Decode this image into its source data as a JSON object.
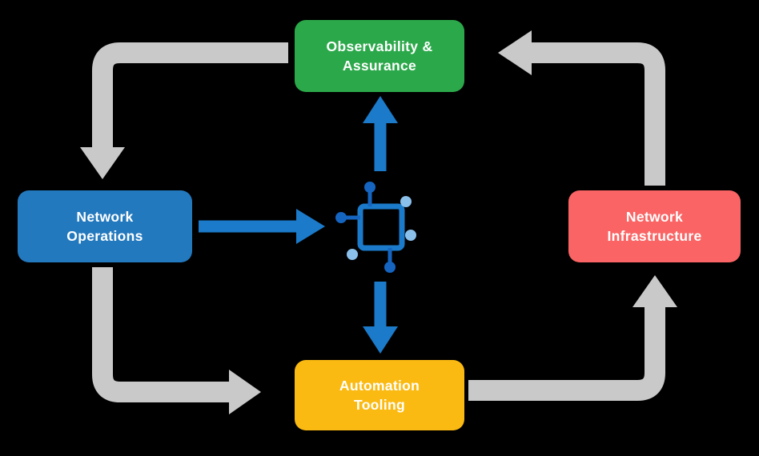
{
  "diagram": {
    "nodes": {
      "observability_assurance": {
        "lines": [
          "Observability &",
          "Assurance"
        ],
        "color": "#2BA84A"
      },
      "network_operations": {
        "lines": [
          "Network",
          "Operations"
        ],
        "color": "#2379BE"
      },
      "network_infrastructure": {
        "lines": [
          "Network",
          "Infrastructure"
        ],
        "color": "#FA6464"
      },
      "automation_tooling": {
        "lines": [
          "Automation",
          "Tooling"
        ],
        "color": "#FBBA12"
      }
    },
    "colors": {
      "background": "#000000",
      "node_text": "#FFFFFF",
      "cycle_arrow": "#C9C9C9",
      "flow_arrow": "#1B7AC9",
      "icon_frame": "#1B7AC9",
      "icon_dark": "#1565C0",
      "icon_light": "#8BC0EA"
    },
    "icons": {
      "center": "network-node-icon"
    }
  }
}
